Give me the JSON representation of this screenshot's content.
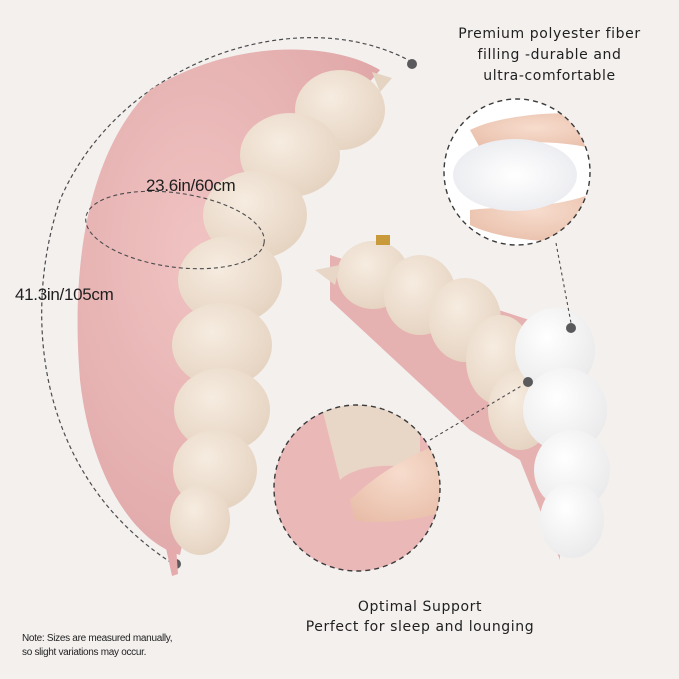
{
  "product": {
    "name": "Body pillow",
    "colors": {
      "background": "#f3f0ee",
      "pink_cover": "#e8b1b1",
      "beige_segments": "#ecdccb",
      "white_inner": "#ffffff",
      "annotation_dots": "#5a5a5c"
    }
  },
  "dimensions": {
    "width": "23.6in/60cm",
    "length": "41.3in/105cm"
  },
  "features": {
    "filling": {
      "lines": [
        "Premium polyester fiber",
        "filling -durable and",
        "ultra-comfortable"
      ]
    },
    "support": {
      "lines": [
        "Optimal Support",
        "Perfect for sleep and lounging"
      ]
    }
  },
  "note": {
    "lines": [
      "Note: Sizes are measured manually,",
      "so slight variations may occur."
    ]
  }
}
